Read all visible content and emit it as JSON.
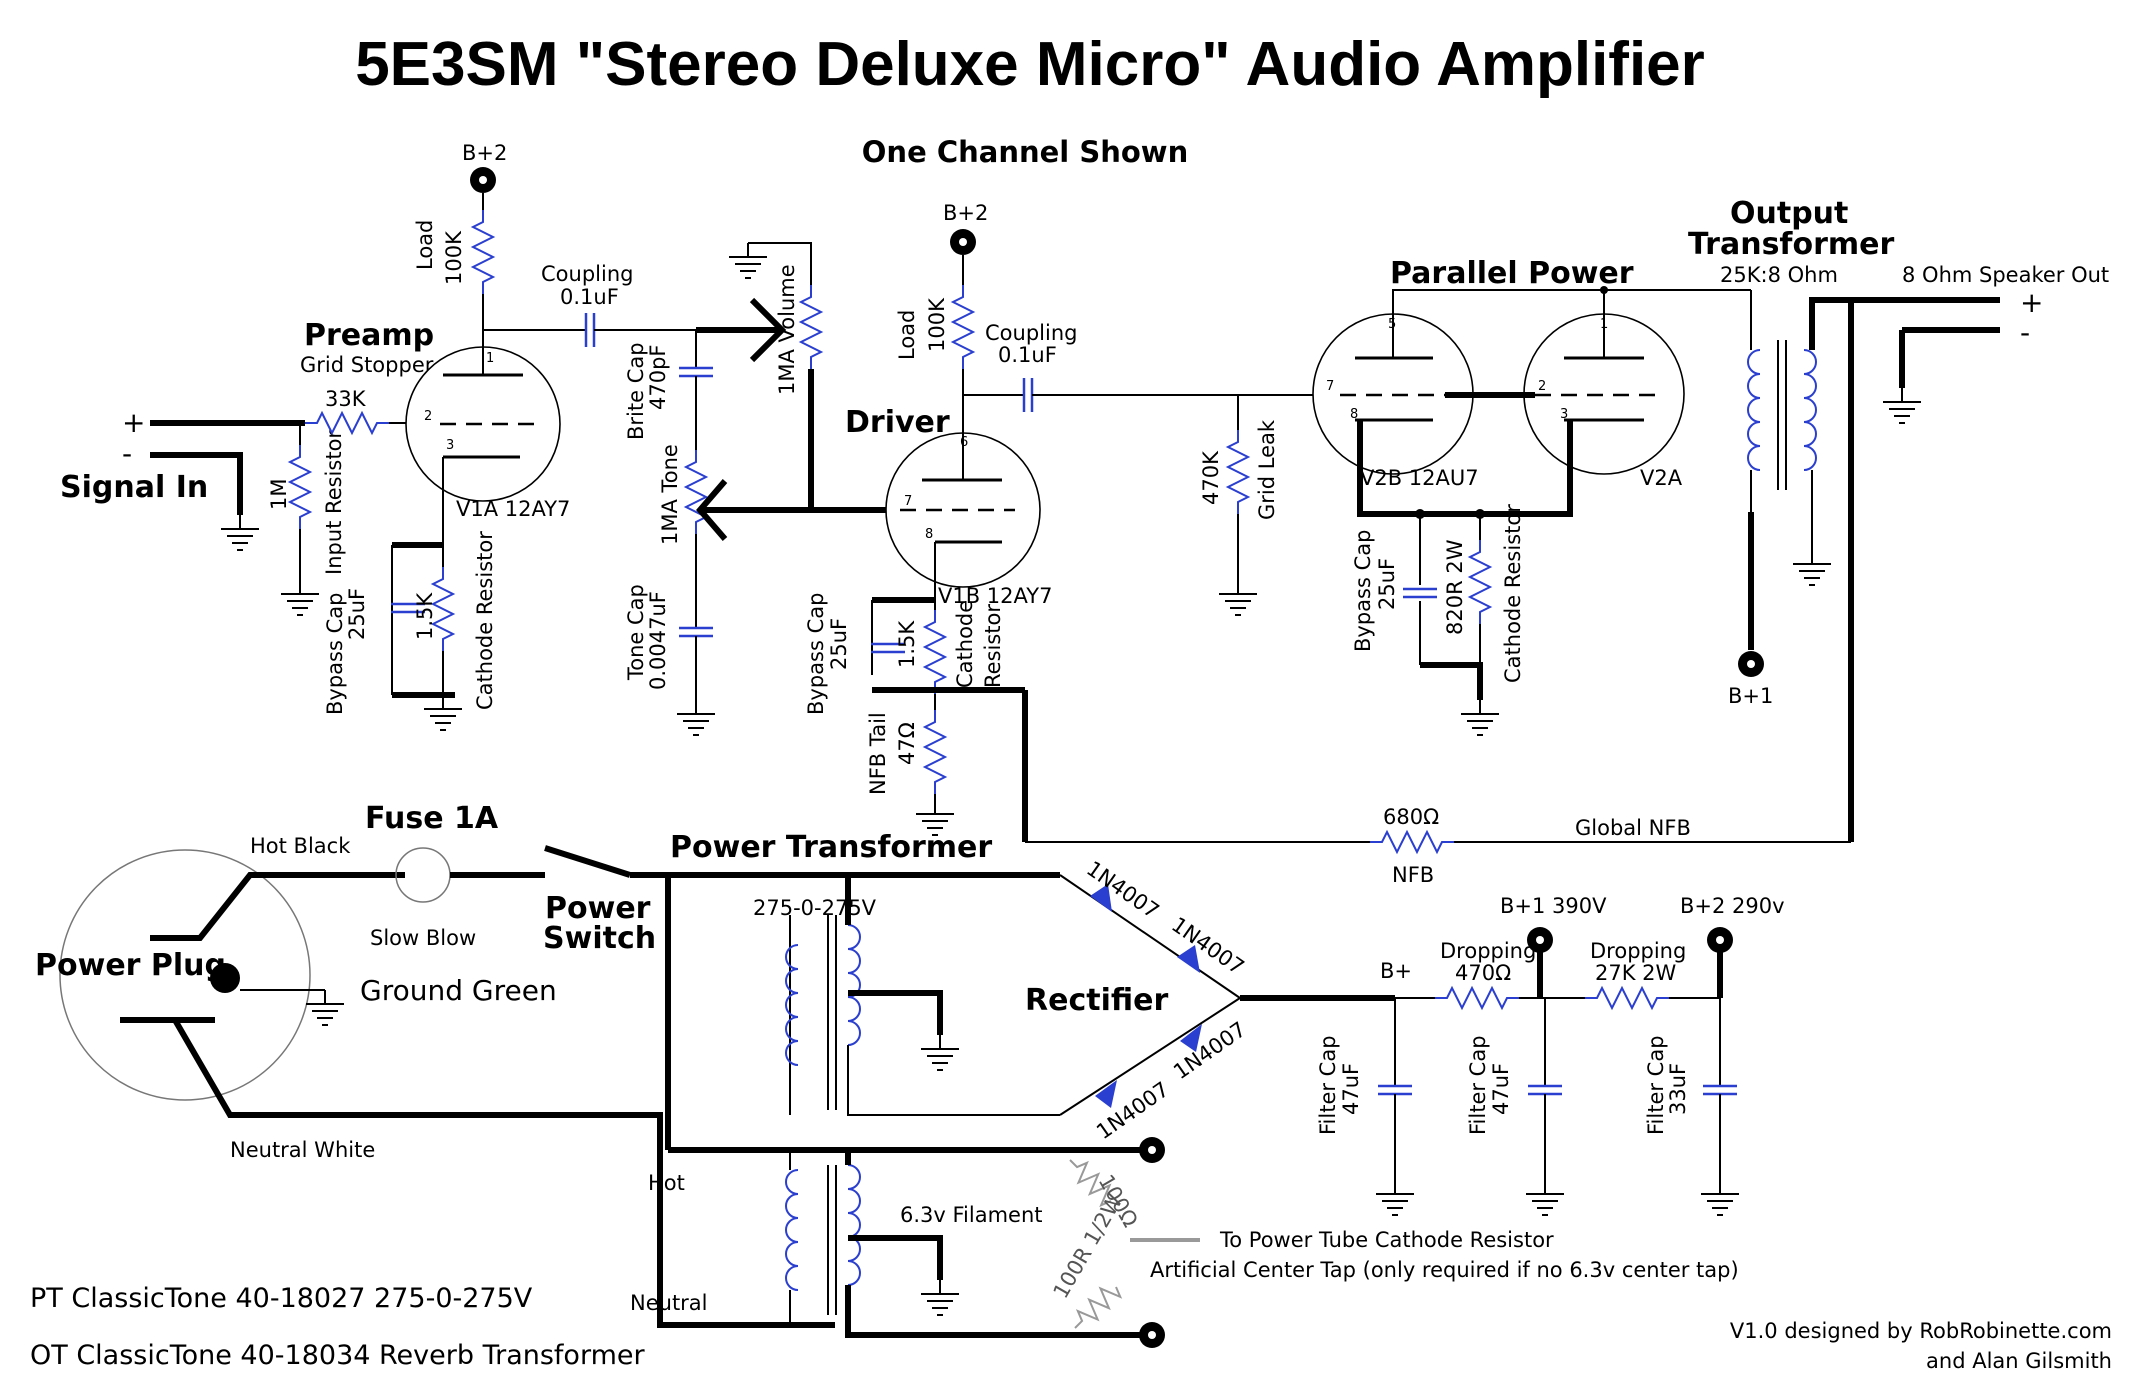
{
  "title": "5E3SM \"Stereo Deluxe Micro\" Audio Amplifier",
  "subtitle": "One Channel Shown",
  "sections": {
    "preamp": "Preamp",
    "driver": "Driver",
    "parallel_power": "Parallel Power",
    "output_transformer_1": "Output",
    "output_transformer_2": "Transformer",
    "power_transformer": "Power Transformer",
    "rectifier": "Rectifier",
    "power_plug": "Power Plug",
    "power_switch_1": "Power",
    "power_switch_2": "Switch",
    "fuse": "Fuse 1A",
    "signal_in": "Signal In"
  },
  "supply_nodes": {
    "bplus2": "B+2",
    "bplus1": "B+1",
    "bplus": "B+",
    "bplus1_390": "B+1 390V",
    "bplus2_290": "B+2 290v"
  },
  "polarity": {
    "plus": "+",
    "minus": "-"
  },
  "preamp_parts": {
    "load_label": "Load",
    "load_value": "100K",
    "coupling_label": "Coupling",
    "coupling_value": "0.1uF",
    "grid_stopper_label": "Grid Stopper",
    "grid_stopper_value": "33K",
    "input_res_value": "1M",
    "input_res_label": "Input Resistor",
    "bypass_label": "Bypass Cap",
    "bypass_value": "25uF",
    "cathode_value": "1.5K",
    "cathode_label": "Cathode Resistor",
    "tube": "V1A 12AY7"
  },
  "tone_parts": {
    "brite_label": "Brite Cap",
    "brite_value": "470pF",
    "tone_pot": "1MA Tone",
    "tone_cap_label": "Tone Cap",
    "tone_cap_value": "0.0047uF",
    "volume_pot": "1MA Volume"
  },
  "driver_parts": {
    "load_label": "Load",
    "load_value": "100K",
    "coupling_label": "Coupling",
    "coupling_value": "0.1uF",
    "tube": "V1B 12AY7",
    "bypass_label": "Bypass Cap",
    "bypass_value": "25uF",
    "cathode_value": "1.5K",
    "cathode_label_1": "Cathode",
    "cathode_label_2": "Resistor",
    "nfb_tail_label": "NFB Tail",
    "nfb_tail_value": "47Ω"
  },
  "power_parts": {
    "grid_leak_value": "470K",
    "grid_leak_label": "Grid Leak",
    "v2b": "V2B 12AU7",
    "v2a": "V2A",
    "bypass_label": "Bypass Cap",
    "bypass_value": "25uF",
    "cathode_value": "820R 2W",
    "cathode_label": "Cathode Resistor",
    "ot_ratio": "25K:8 Ohm",
    "speaker_out": "8 Ohm Speaker Out"
  },
  "nfb": {
    "value": "680Ω",
    "label": "NFB",
    "global": "Global NFB"
  },
  "mains": {
    "hot_black": "Hot Black",
    "slow_blow": "Slow Blow",
    "ground_green": "Ground Green",
    "neutral_white": "Neutral White",
    "pt_hv": "275-0-275V",
    "hot": "Hot",
    "neutral": "Neutral",
    "filament": "6.3v Filament",
    "res_100": "100Ω",
    "res_100r": "100R 1/2W",
    "to_cathode": "To Power Tube Cathode Resistor",
    "artificial_ct": "Artificial Center Tap (only required if no 6.3v center tap)"
  },
  "diodes": [
    "1N4007",
    "1N4007",
    "1N4007",
    "1N4007"
  ],
  "filter": {
    "cap_label": "Filter Cap",
    "cap1": "47uF",
    "cap2": "47uF",
    "cap3": "33uF",
    "drop1_label": "Dropping",
    "drop1_value": "470Ω",
    "drop2_label": "Dropping",
    "drop2_value": "27K 2W"
  },
  "pins": {
    "p1": "1",
    "p2": "2",
    "p3": "3",
    "p5": "5",
    "p6": "6",
    "p7": "7",
    "p8": "8"
  },
  "notes": {
    "pt": "PT ClassicTone 40-18027 275-0-275V",
    "ot": "OT ClassicTone 40-18034 Reverb Transformer",
    "credit1": "V1.0 designed by RobRobinette.com",
    "credit2": "and Alan Gilsmith"
  },
  "colors": {
    "component": "#2a3fd0",
    "wire": "#000000",
    "optional": "#999999"
  }
}
